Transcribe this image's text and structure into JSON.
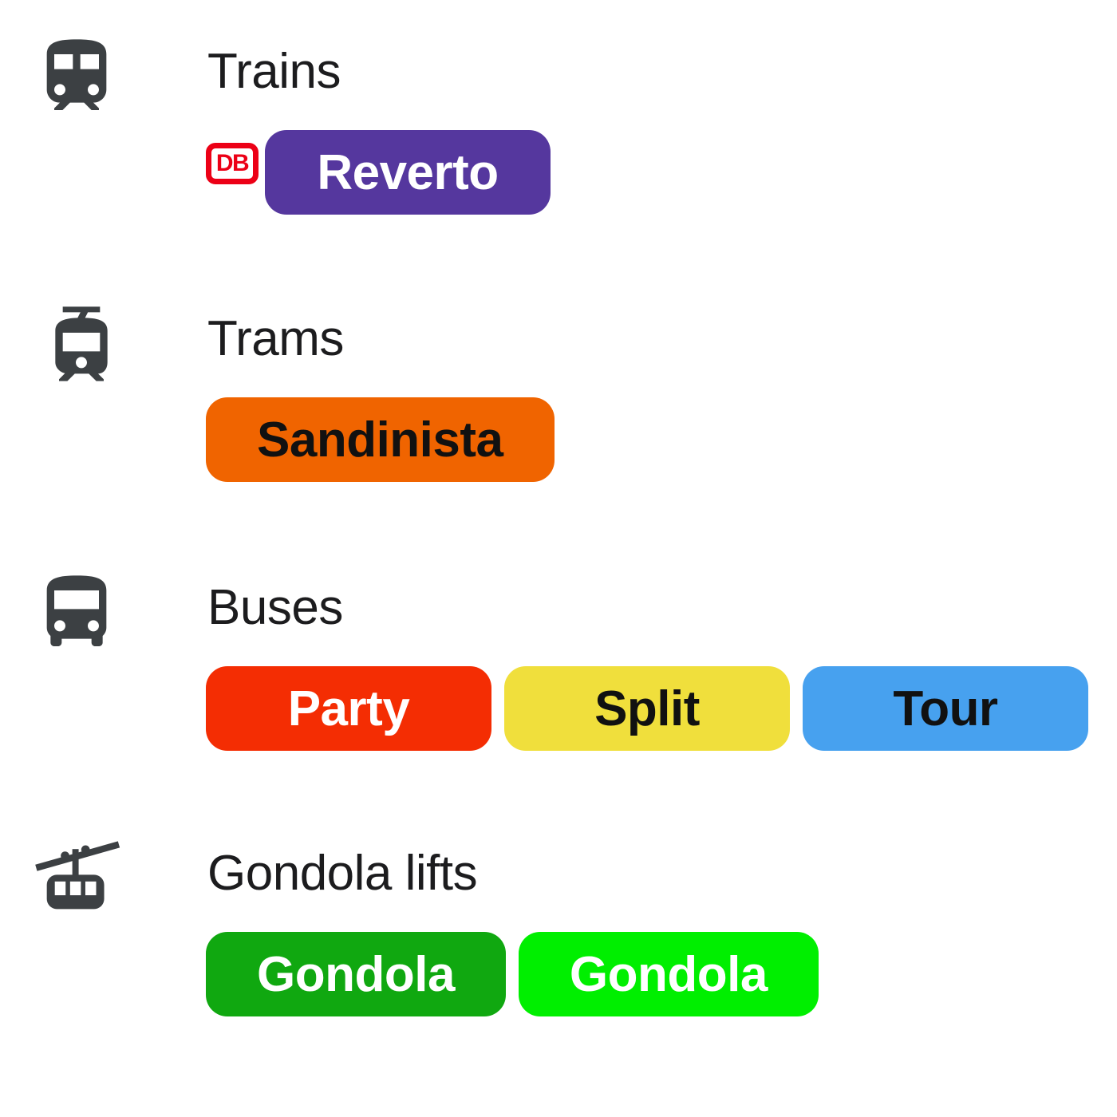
{
  "page": {
    "background": "#ffffff",
    "label_color": "#1c1c1e",
    "icon_color": "#3c4043"
  },
  "sections": [
    {
      "label": "Trains",
      "icon": "train-icon",
      "badges": [
        {
          "label": "Reverto",
          "bg": "#55379e",
          "text_color": "#ffffff",
          "operator": {
            "text": "DB",
            "color": "#ec0016"
          }
        }
      ]
    },
    {
      "label": "Trams",
      "icon": "tram-icon",
      "badges": [
        {
          "label": "Sandinista",
          "bg": "#f06400",
          "text_color": "#111111"
        }
      ]
    },
    {
      "label": "Buses",
      "icon": "bus-icon",
      "badges": [
        {
          "label": "Party",
          "bg": "#f42d03",
          "text_color": "#ffffff"
        },
        {
          "label": "Split",
          "bg": "#f0df3c",
          "text_color": "#111111"
        },
        {
          "label": "Tour",
          "bg": "#47a1ef",
          "text_color": "#111111"
        }
      ]
    },
    {
      "label": "Gondola lifts",
      "icon": "gondola-lift-icon",
      "badges": [
        {
          "label": "Gondola",
          "bg": "#10a810",
          "text_color": "#ffffff"
        },
        {
          "label": "Gondola",
          "bg": "#00ef00",
          "text_color": "#ffffff"
        }
      ]
    }
  ]
}
